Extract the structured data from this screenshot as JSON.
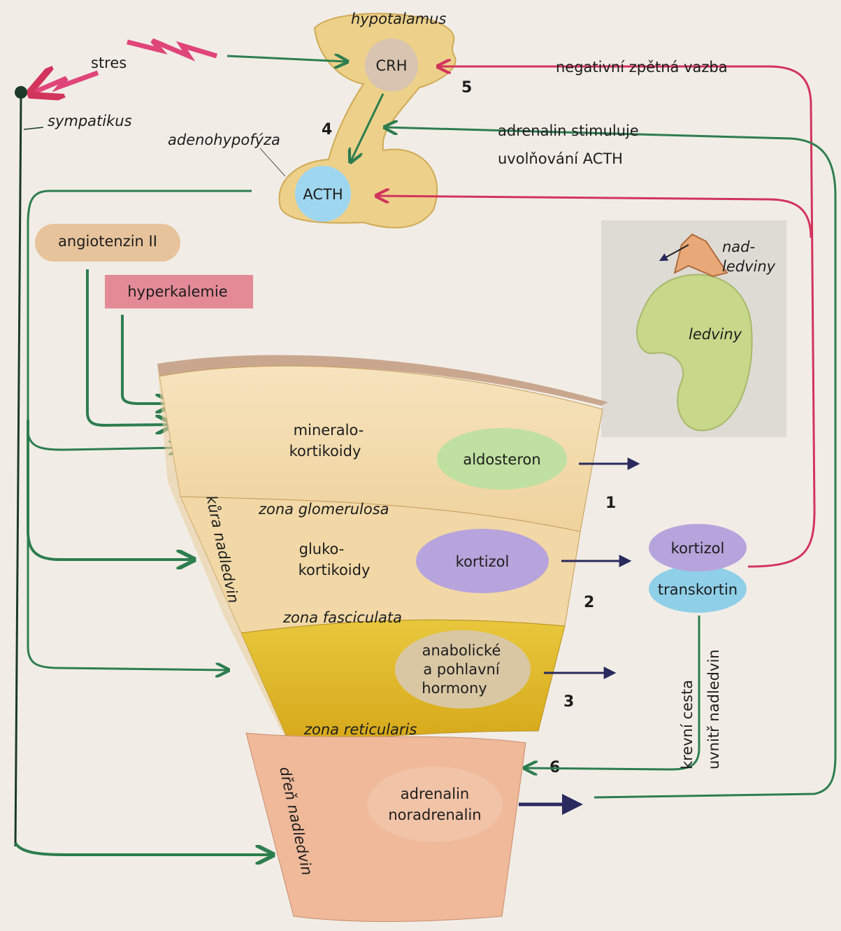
{
  "labels": {
    "hypotalamus": "hypotalamus",
    "crh": "CRH",
    "acth": "ACTH",
    "adenohypofyza": "adenohypofýza",
    "stres": "stres",
    "sympatikus": "sympatikus",
    "negativni_zpetna_vazba": "negativní zpětná vazba",
    "adrenalin_stimuluje_1": "adrenalin stimuluje",
    "adrenalin_stimuluje_2": "uvolňování ACTH",
    "angiotenzin": "angiotenzin II",
    "hyperkalemie": "hyperkalemie",
    "nadledviny_1": "nad-",
    "nadledviny_2": "ledviny",
    "ledviny": "ledviny",
    "mineralo_1": "mineralo-",
    "mineralo_2": "kortikoidy",
    "aldosteron": "aldosteron",
    "zona_glomerulosa": "zona glomerulosa",
    "gluko_1": "gluko-",
    "gluko_2": "kortikoidy",
    "kortizol": "kortizol",
    "zona_fasciculata": "zona fasciculata",
    "anabolicke_1": "anabolické",
    "anabolicke_2": "a pohlavní",
    "anabolicke_3": "hormony",
    "zona_reticularis": "zona reticularis",
    "kura_nadledvin": "kůra nadledvin",
    "dren_nadledvin": "dřeň nadledvin",
    "adrenalin": "adrenalin",
    "noradrenalin": "noradrenalin",
    "kortizol_bound": "kortizol",
    "transkortin": "transkortin",
    "krevni_cesta": "krevní cesta",
    "uvnitr_nadledvin": "uvnitř nadledvin"
  },
  "step_numbers": {
    "n1": "1",
    "n2": "2",
    "n3": "3",
    "n4": "4",
    "n5": "5",
    "n6": "6"
  },
  "colors": {
    "green_arrow": "#2e7d4f",
    "red_arrow": "#d2345c",
    "navy_arrow": "#2a2a5e",
    "zone_light": "#f3d9a8",
    "zone_reticularis": "#e3b923",
    "medulla": "#efb99a",
    "crh_circle": "#d8c4b0",
    "acth_circle": "#9fd6ef",
    "aldosteron_ellipse": "#bfe0a0",
    "kortizol_ellipse": "#b7a4dc",
    "sex_hormone_ellipse": "#d9c7a3",
    "adrenalin_ellipse": "#f1c3a7",
    "transkortin_ellipse": "#8fcfe8",
    "hyperkalemie_box": "#e48a97",
    "angiotenzin_pill": "#e7c39c",
    "kidney": "#c8d88a"
  },
  "icons": {
    "stres_symbol": "lightning-bolt-icon",
    "sympatikus_symbol": "nerve-fiber-icon"
  }
}
